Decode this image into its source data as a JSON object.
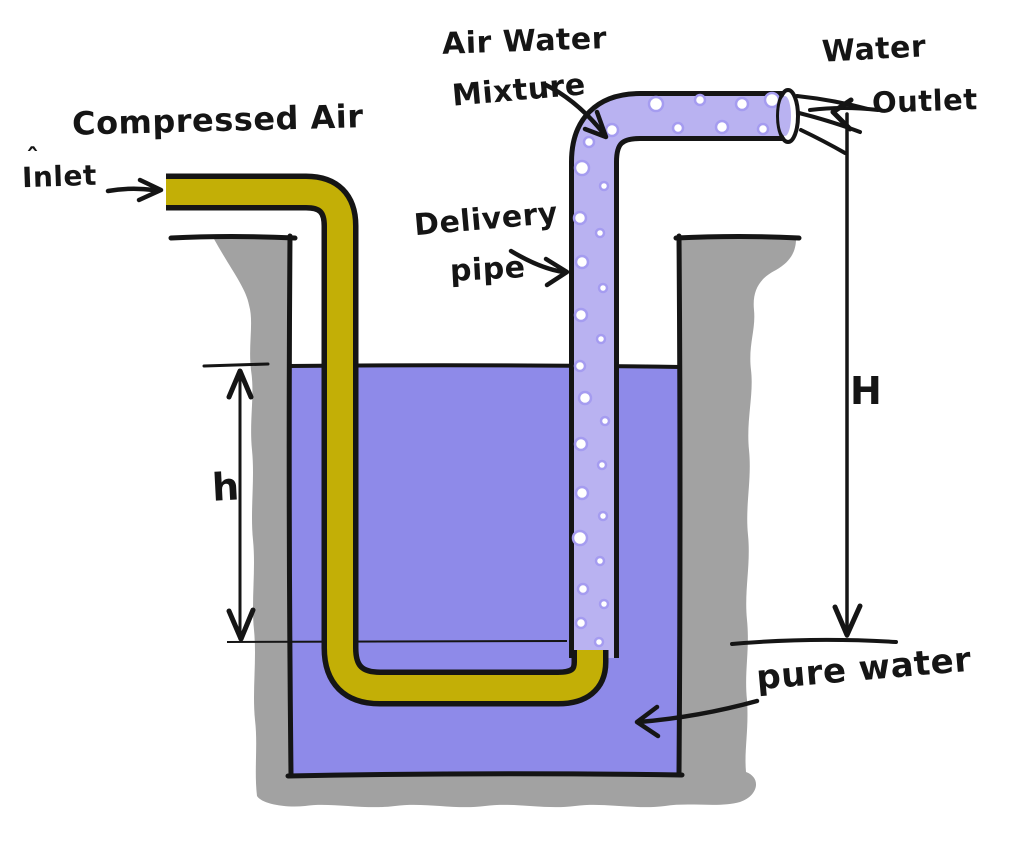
{
  "title": "Air lift pump hand-drawn diagram",
  "labels": {
    "compressed_air": "Compressed Air",
    "inlet": "Inlet",
    "inlet_accent": "ˆ",
    "air_water_mixture_1": "Air Water",
    "air_water_mixture_2": "Mixture",
    "water_outlet_1": "Water",
    "water_outlet_2": "Outlet",
    "delivery_pipe_1": "Delivery",
    "delivery_pipe_2": "pipe",
    "submergence_depth": "h",
    "total_lift": "H",
    "pure_water": "pure water"
  },
  "colors": {
    "ink": "#151515",
    "water": "#8e8ae9",
    "mixture_pipe": "#b9b2f1",
    "bubble_fill": "#ffffff",
    "bubble_ring": "#a59cf0",
    "air_pipe": "#c3af06",
    "wall": "#a2a2a2",
    "background": "#ffffff"
  },
  "diagram": {
    "bubbles": [
      [
        656,
        104,
        7
      ],
      [
        700,
        100,
        5
      ],
      [
        742,
        104,
        6
      ],
      [
        772,
        100,
        7
      ],
      [
        678,
        128,
        5
      ],
      [
        722,
        127,
        6
      ],
      [
        763,
        129,
        5
      ],
      [
        612,
        130,
        6
      ],
      [
        589,
        142,
        5
      ],
      [
        582,
        168,
        7
      ],
      [
        604,
        186,
        4
      ],
      [
        580,
        218,
        6
      ],
      [
        600,
        233,
        4
      ],
      [
        582,
        262,
        6
      ],
      [
        603,
        288,
        4
      ],
      [
        581,
        315,
        6
      ],
      [
        601,
        339,
        4
      ],
      [
        580,
        366,
        5
      ],
      [
        585,
        398,
        6
      ],
      [
        605,
        421,
        4
      ],
      [
        581,
        444,
        6
      ],
      [
        602,
        465,
        4
      ],
      [
        582,
        493,
        6
      ],
      [
        603,
        516,
        4
      ],
      [
        580,
        538,
        7
      ],
      [
        600,
        561,
        4
      ],
      [
        583,
        589,
        5
      ],
      [
        604,
        604,
        4
      ],
      [
        581,
        623,
        5
      ],
      [
        599,
        642,
        4
      ]
    ]
  }
}
